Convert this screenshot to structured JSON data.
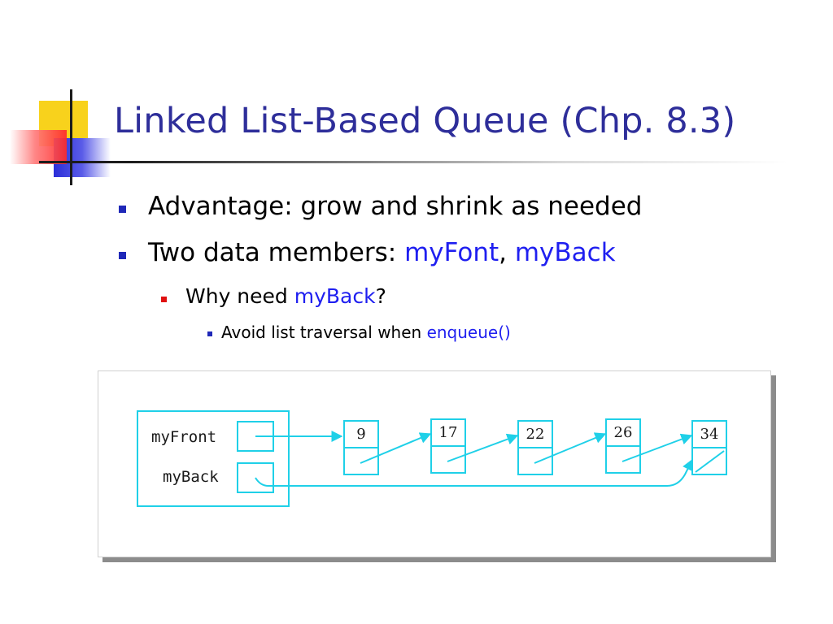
{
  "slide": {
    "title": "Linked List-Based Queue (Chp. 8.3)",
    "bullets": {
      "b1": "Advantage: grow and shrink as needed",
      "b2_prefix": "Two data members: ",
      "b2_hl1": "myFont",
      "b2_sep": ", ",
      "b2_hl2": "myBack",
      "b3_prefix": "Why need ",
      "b3_hl": "myBack",
      "b3_suffix": "?",
      "b4_prefix": "Avoid list traversal when ",
      "b4_hl": "enqueue()"
    }
  },
  "diagram": {
    "front_label": "myFront",
    "back_label": "myBack",
    "nodes": [
      "9",
      "17",
      "22",
      "26",
      "34"
    ]
  },
  "colors": {
    "title": "#2e2e9a",
    "highlight": "#1f1ff0",
    "diagram_line": "#1fd0e8"
  }
}
